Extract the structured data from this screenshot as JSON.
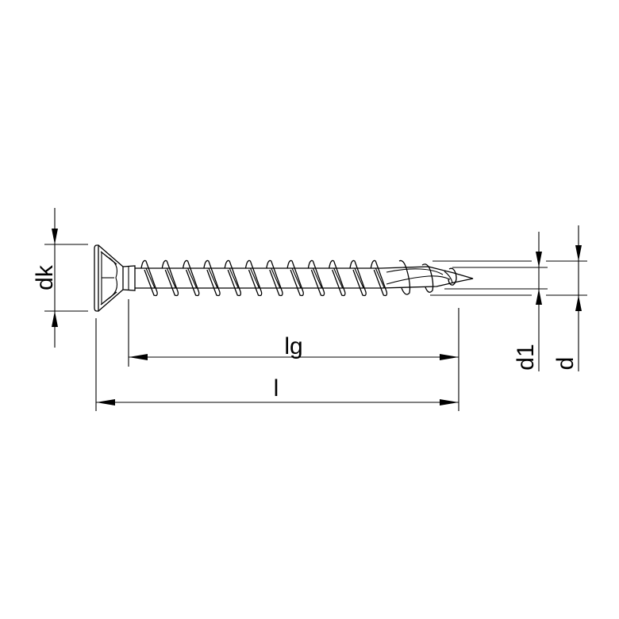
{
  "drawing": {
    "subject": "countersunk wood screw",
    "background": "#ffffff",
    "line_color": "#000000",
    "dimensions": {
      "dk": "dk",
      "lg": "lg",
      "l": "l",
      "d1": "d1",
      "d": "d"
    }
  }
}
